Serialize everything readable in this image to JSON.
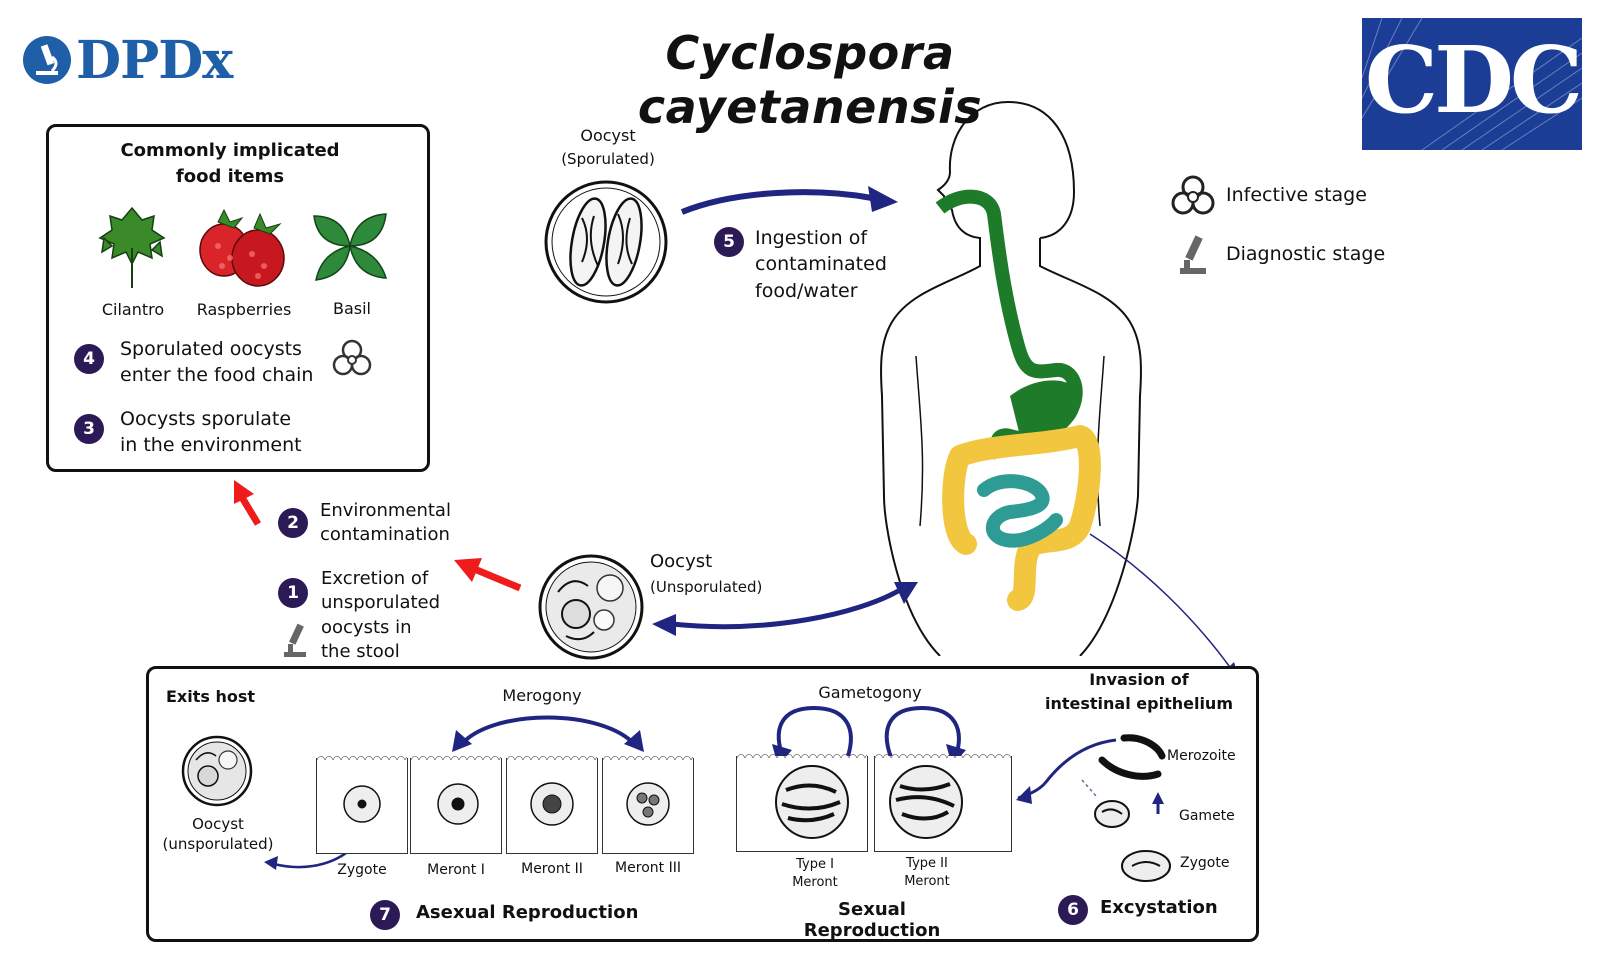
{
  "title": "Cyclospora cayetanensis",
  "logos": {
    "left": "DPDx",
    "right": "CDC"
  },
  "legend": {
    "infective": "Infective stage",
    "diagnostic": "Diagnostic stage"
  },
  "food_box": {
    "heading_line1": "Commonly implicated",
    "heading_line2": "food items",
    "items": [
      "Cilantro",
      "Raspberries",
      "Basil"
    ],
    "step4_num": "4",
    "step4_line1": "Sporulated oocysts",
    "step4_line2": "enter the food chain",
    "step3_num": "3",
    "step3_line1": "Oocysts sporulate",
    "step3_line2": "in the environment"
  },
  "sporulated_oocyst": {
    "line1": "Oocyst",
    "line2": "(Sporulated)"
  },
  "step5": {
    "num": "5",
    "line1": "Ingestion of",
    "line2": "contaminated",
    "line3": "food/water"
  },
  "step2": {
    "num": "2",
    "line1": "Environmental",
    "line2": "contamination"
  },
  "step1": {
    "num": "1",
    "line1": "Excretion of",
    "line2": "unsporulated",
    "line3": "oocysts in",
    "line4": "the stool"
  },
  "unsporulated_oocyst": {
    "line1": "Oocyst",
    "line2": "(Unsporulated)"
  },
  "bottom": {
    "exits_host": "Exits host",
    "oocyst_line1": "Oocyst",
    "oocyst_line2": "(unsporulated)",
    "merogony": "Merogony",
    "gametogony": "Gametogony",
    "invasion_line1": "Invasion of",
    "invasion_line2": "intestinal epithelium",
    "cells": [
      "Zygote",
      "Meront I",
      "Meront II",
      "Meront III"
    ],
    "type1_line1": "Type I",
    "type1_line2": "Meront",
    "type2_line1": "Type II",
    "type2_line2": "Meront",
    "stage_merozoite": "Merozoite",
    "stage_gamete": "Gamete",
    "stage_zygote": "Zygote",
    "step7_num": "7",
    "asexual": "Asexual Reproduction",
    "sexual": "Sexual Reproduction",
    "step6_num": "6",
    "excystation": "Excystation"
  },
  "colors": {
    "arrow_blue": "#1f2580",
    "arrow_red": "#ee1c1c",
    "badge": "#2b1a55",
    "gi_green": "#1e7b2a",
    "gi_yellow": "#f3c63f",
    "gi_teal": "#2f9b95"
  }
}
